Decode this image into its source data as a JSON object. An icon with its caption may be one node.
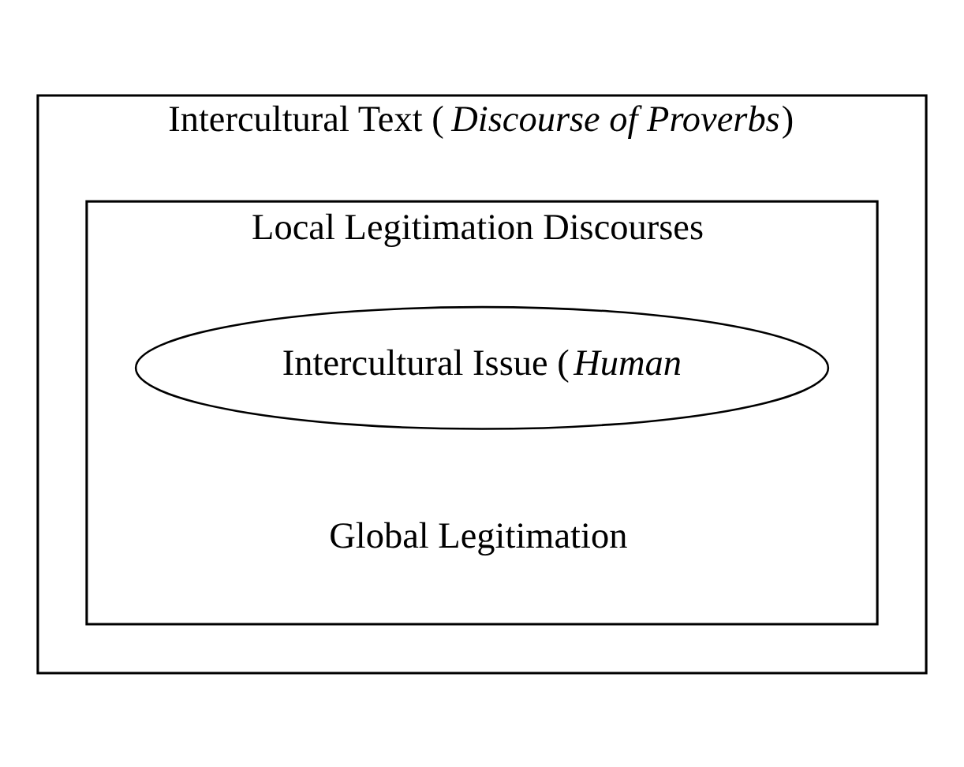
{
  "diagram": {
    "nodes": [
      {
        "text": [
          "Intercultural Text (*Discourse of Proverbs*)"
        ]
      },
      {
        "text": [
          "Local Legitimation Discourses",
          "Global Legitimation"
        ],
        "in": 0
      },
      {
        "text": [
          "Intercultural Issue (*Human*"
        ],
        "in": 1
      }
    ],
    "edges": []
  }
}
